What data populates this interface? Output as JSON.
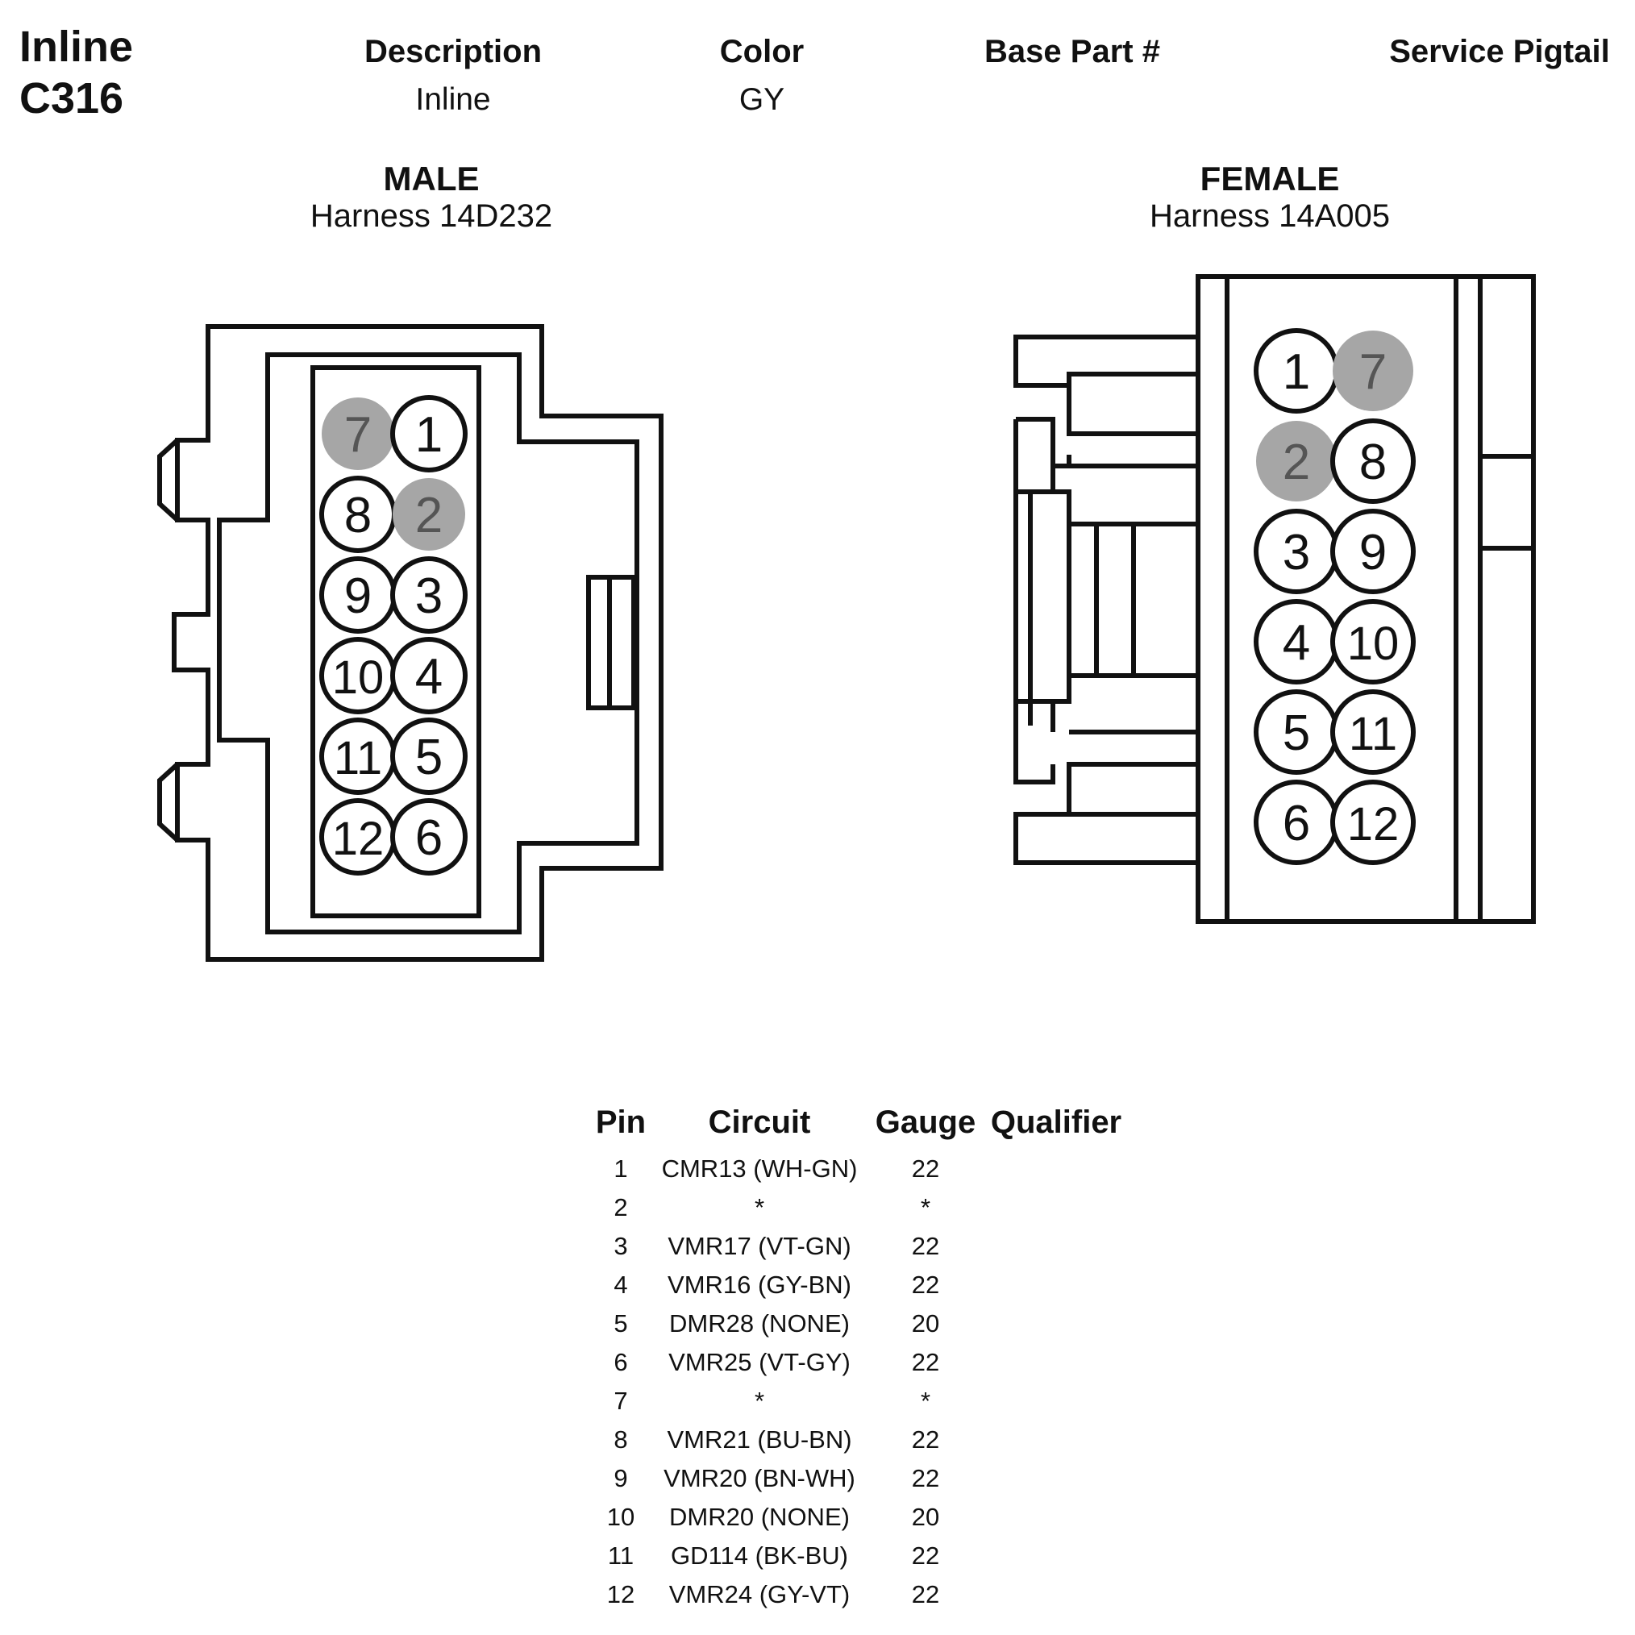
{
  "connector": {
    "line1": "Inline",
    "line2": "C316"
  },
  "header": {
    "description_label": "Description",
    "description_value": "Inline",
    "color_label": "Color",
    "color_value": "GY",
    "base_part_label": "Base Part #",
    "service_pigtail_label": "Service Pigtail"
  },
  "male": {
    "title": "MALE",
    "harness": "Harness 14D232"
  },
  "female": {
    "title": "FEMALE",
    "harness": "Harness 14A005"
  },
  "male_pins": [
    {
      "n": "7",
      "unused": true
    },
    {
      "n": "1",
      "unused": false
    },
    {
      "n": "8",
      "unused": false
    },
    {
      "n": "2",
      "unused": true
    },
    {
      "n": "9",
      "unused": false
    },
    {
      "n": "3",
      "unused": false
    },
    {
      "n": "10",
      "unused": false
    },
    {
      "n": "4",
      "unused": false
    },
    {
      "n": "11",
      "unused": false
    },
    {
      "n": "5",
      "unused": false
    },
    {
      "n": "12",
      "unused": false
    },
    {
      "n": "6",
      "unused": false
    }
  ],
  "female_pins": [
    {
      "n": "1",
      "unused": false
    },
    {
      "n": "7",
      "unused": true
    },
    {
      "n": "2",
      "unused": true
    },
    {
      "n": "8",
      "unused": false
    },
    {
      "n": "3",
      "unused": false
    },
    {
      "n": "9",
      "unused": false
    },
    {
      "n": "4",
      "unused": false
    },
    {
      "n": "10",
      "unused": false
    },
    {
      "n": "5",
      "unused": false
    },
    {
      "n": "11",
      "unused": false
    },
    {
      "n": "6",
      "unused": false
    },
    {
      "n": "12",
      "unused": false
    }
  ],
  "colors": {
    "unused_fill": "#a6a6a6",
    "unused_text": "#555555",
    "line": "#111111"
  },
  "table": {
    "headers": {
      "pin": "Pin",
      "circuit": "Circuit",
      "gauge": "Gauge",
      "qualifier": "Qualifier"
    },
    "rows": [
      {
        "pin": "1",
        "circuit": "CMR13 (WH-GN)",
        "gauge": "22"
      },
      {
        "pin": "2",
        "circuit": "*",
        "gauge": "*"
      },
      {
        "pin": "3",
        "circuit": "VMR17 (VT-GN)",
        "gauge": "22"
      },
      {
        "pin": "4",
        "circuit": "VMR16 (GY-BN)",
        "gauge": "22"
      },
      {
        "pin": "5",
        "circuit": "DMR28 (NONE)",
        "gauge": "20"
      },
      {
        "pin": "6",
        "circuit": "VMR25 (VT-GY)",
        "gauge": "22"
      },
      {
        "pin": "7",
        "circuit": "*",
        "gauge": "*"
      },
      {
        "pin": "8",
        "circuit": "VMR21 (BU-BN)",
        "gauge": "22"
      },
      {
        "pin": "9",
        "circuit": "VMR20 (BN-WH)",
        "gauge": "22"
      },
      {
        "pin": "10",
        "circuit": "DMR20 (NONE)",
        "gauge": "20"
      },
      {
        "pin": "11",
        "circuit": "GD114 (BK-BU)",
        "gauge": "22"
      },
      {
        "pin": "12",
        "circuit": "VMR24 (GY-VT)",
        "gauge": "22"
      }
    ]
  }
}
